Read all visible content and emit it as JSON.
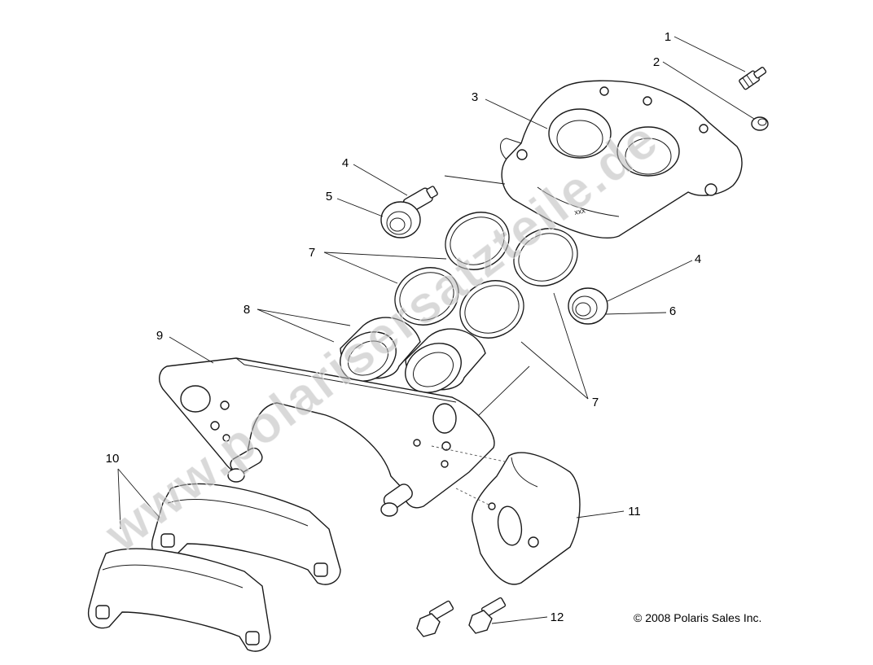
{
  "callouts": [
    {
      "id": "1"
    },
    {
      "id": "2"
    },
    {
      "id": "3"
    },
    {
      "id": "4"
    },
    {
      "id": "5"
    },
    {
      "id": "7"
    },
    {
      "id": "8"
    },
    {
      "id": "9"
    },
    {
      "id": "10"
    },
    {
      "id": "4"
    },
    {
      "id": "6"
    },
    {
      "id": "7"
    },
    {
      "id": "11"
    },
    {
      "id": "12"
    }
  ],
  "copyright": "© 2008 Polaris Sales Inc.",
  "watermark": "www.polarisersatzteile.de",
  "colors": {
    "line": "#1a1a1a",
    "watermark": "#b9b9b9"
  }
}
